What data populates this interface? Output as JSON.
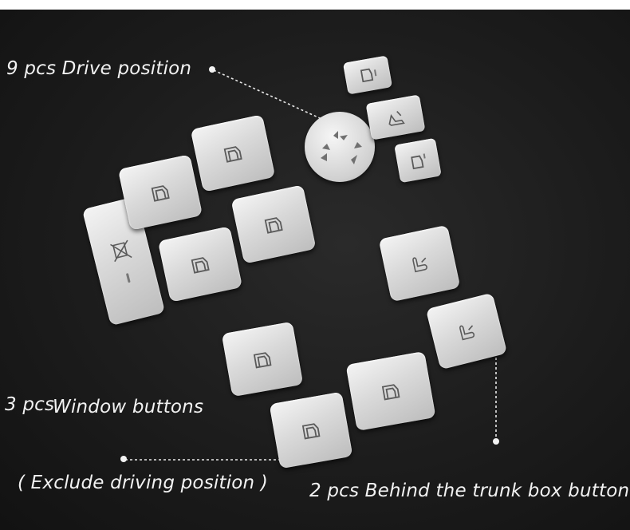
{
  "labels": {
    "drive_position": "9 pcs Drive position",
    "window_buttons_count": "3 pcs",
    "window_buttons": "Window buttons",
    "exclude_driving": "( Exclude driving position )",
    "trunk_buttons": "2 pcs  Behind the trunk box button"
  },
  "colors": {
    "background": "#1c1c1c",
    "label_text": "#f2f2f2",
    "button_silver": "#d9d9d9",
    "icon_stroke": "#5a5a5a"
  },
  "icons": [
    "window-switch-icon",
    "seat-adjust-icon",
    "child-lock-icon",
    "direction-pad-icon"
  ]
}
